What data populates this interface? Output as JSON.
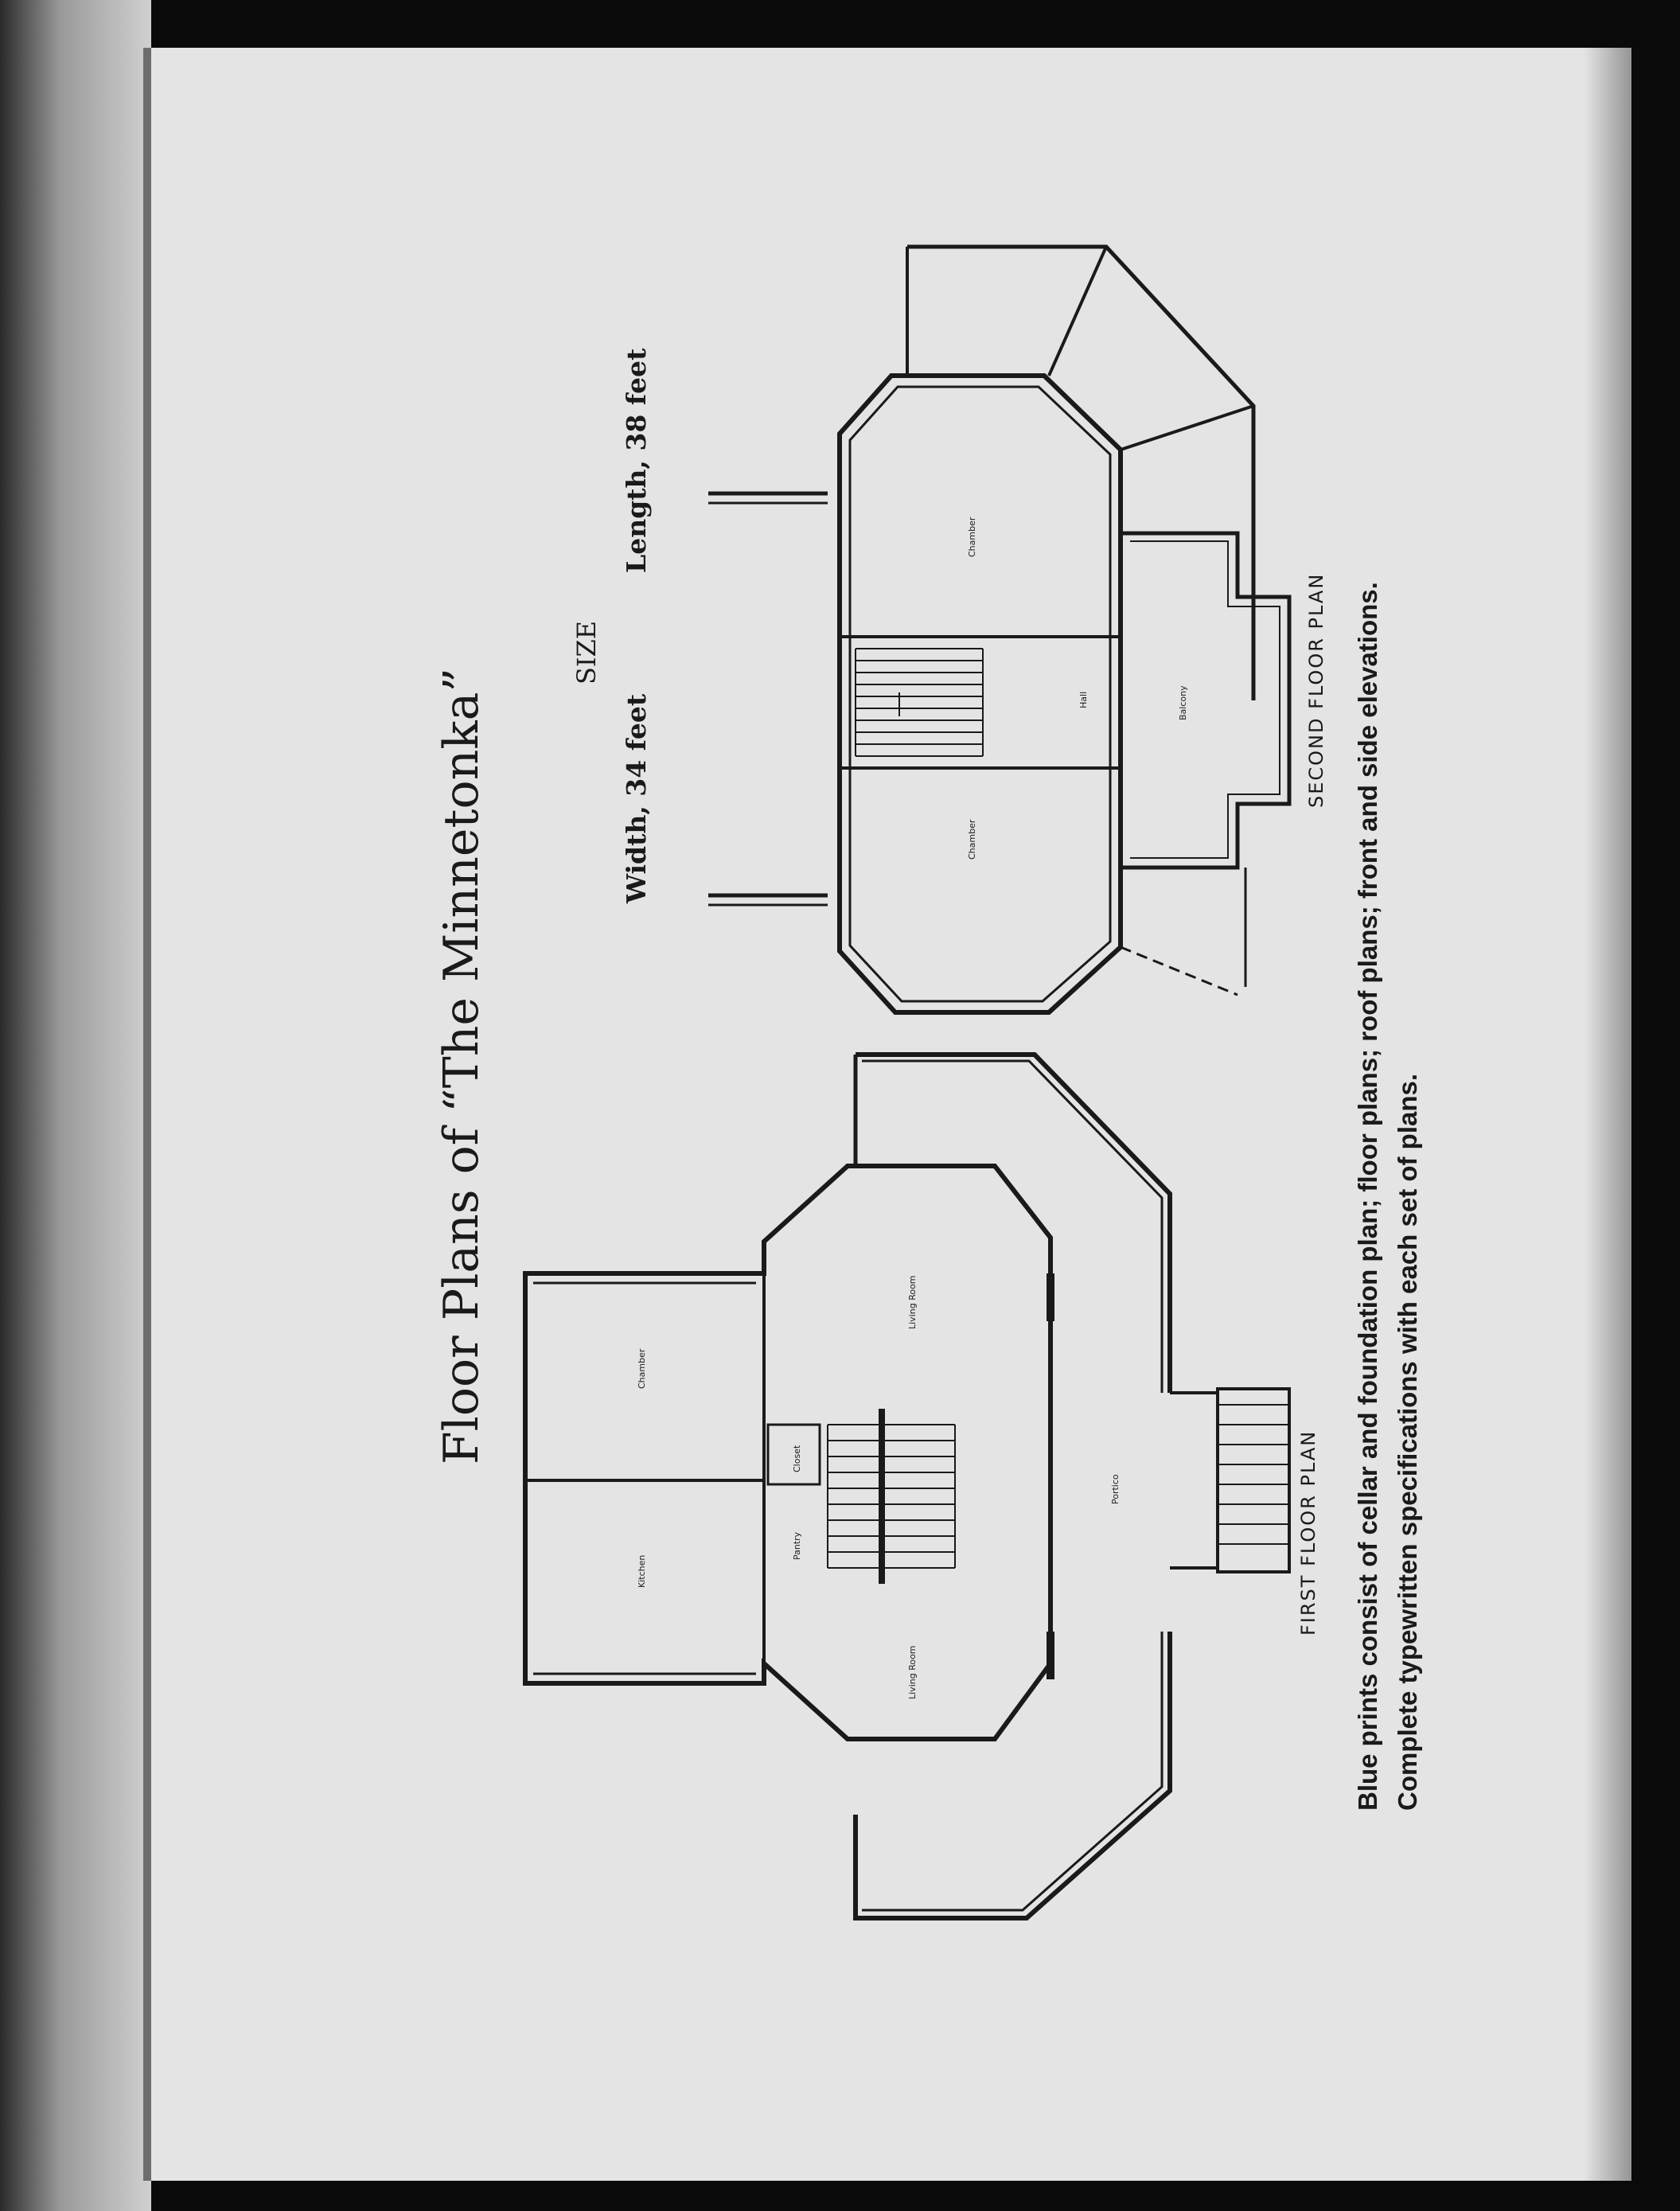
{
  "page": {
    "title": "Floor Plans of “The Minnetonka”",
    "size_heading": "SIZE",
    "width_text": "Width, 34 feet",
    "length_text": "Length, 38 feet",
    "second_floor_label": "SECOND FLOOR PLAN",
    "first_floor_label": "FIRST FLOOR PLAN",
    "caption_line1": "Blue prints consist of cellar and foundation plan; floor plans; roof plans; front and side elevations.",
    "caption_line2": "Complete typewritten specifications with each set of plans."
  },
  "colors": {
    "paper": "#e4e4e4",
    "ink": "#1a1a1a",
    "background": "#0a0a0a"
  }
}
